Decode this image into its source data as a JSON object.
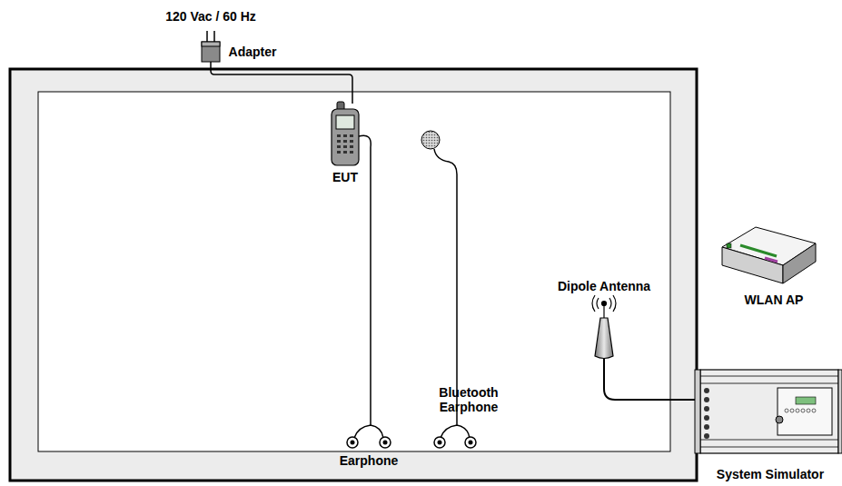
{
  "diagram": {
    "labels": [
      "120 Vac / 60 Hz",
      "Adapter",
      "EUT",
      "Earphone",
      "Bluetooth Earphone",
      "Dipole Antenna",
      "WLAN AP",
      "System Simulator"
    ]
  }
}
